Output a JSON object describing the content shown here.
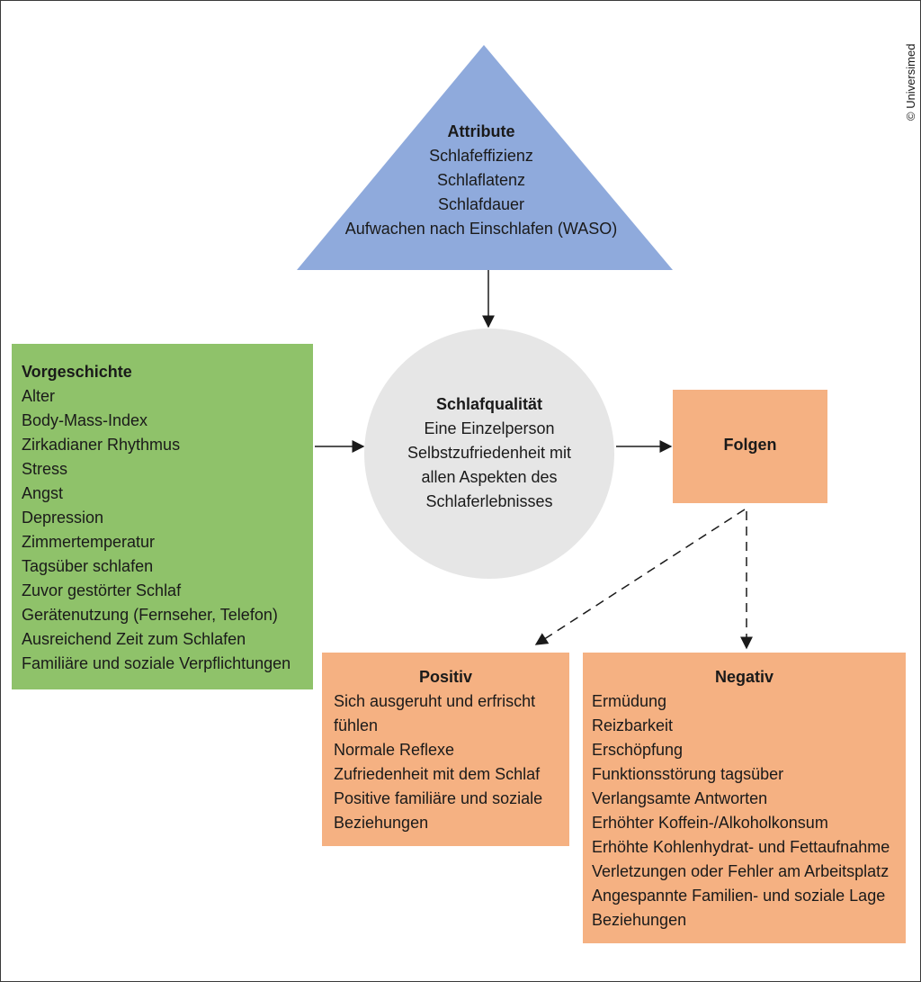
{
  "attribute": {
    "title": "Attribute",
    "items": [
      "Schlafeffizienz",
      "Schlaflatenz",
      "Schlafdauer",
      "Aufwachen nach Einschlafen (WASO)"
    ]
  },
  "schlafqualitaet": {
    "title": "Schlafqualität",
    "lines": [
      "Eine Einzelperson",
      "Selbstzufriedenheit mit",
      "allen Aspekten des",
      "Schlaferlebnisses"
    ]
  },
  "vorgeschichte": {
    "title": "Vorgeschichte",
    "items": [
      "Alter",
      "Body-Mass-Index",
      "Zirkadianer Rhythmus",
      "Stress",
      "Angst",
      "Depression",
      "Zimmertemperatur",
      "Tagsüber schlafen",
      "Zuvor gestörter Schlaf",
      "Gerätenutzung (Fernseher, Telefon)",
      "Ausreichend Zeit zum Schlafen",
      "Familiäre und soziale Verpflichtungen"
    ]
  },
  "folgen": {
    "title": "Folgen"
  },
  "positiv": {
    "title": "Positiv",
    "lines": [
      "Sich ausgeruht und erfrischt",
      "fühlen",
      "Normale Reflexe",
      "Zufriedenheit mit dem Schlaf",
      "Positive familiäre und soziale",
      "Beziehungen"
    ]
  },
  "negativ": {
    "title": "Negativ",
    "lines": [
      "Ermüdung",
      "Reizbarkeit",
      "Erschöpfung",
      "Funktionsstörung tagsüber",
      "Verlangsamte Antworten",
      "Erhöhter Koffein-/Alkoholkonsum",
      "Erhöhte Kohlenhydrat- und Fettaufnahme",
      "Verletzungen oder Fehler am Arbeitsplatz",
      "Angespannte Familien- und soziale Lage",
      "Beziehungen"
    ]
  },
  "copyright": "© Universimed",
  "colors": {
    "triangle": "#8faadc",
    "green": "#8fc26a",
    "orange": "#f5b182",
    "circle": "#e6e6e6"
  }
}
